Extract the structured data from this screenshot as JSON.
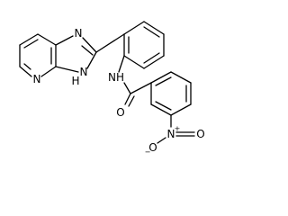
{
  "molecule": {
    "atoms": {
      "n_imidazole_top": "N",
      "nh_imidazole": "N",
      "nh_h": "H",
      "n_pyridine": "N",
      "nh_amide": "NH",
      "o_carbonyl": "O",
      "n_nitro": "N",
      "n_nitro_charge": "+",
      "o_nitro_right": "O",
      "o_nitro_left": "O",
      "o_nitro_left_charge": "−"
    }
  }
}
